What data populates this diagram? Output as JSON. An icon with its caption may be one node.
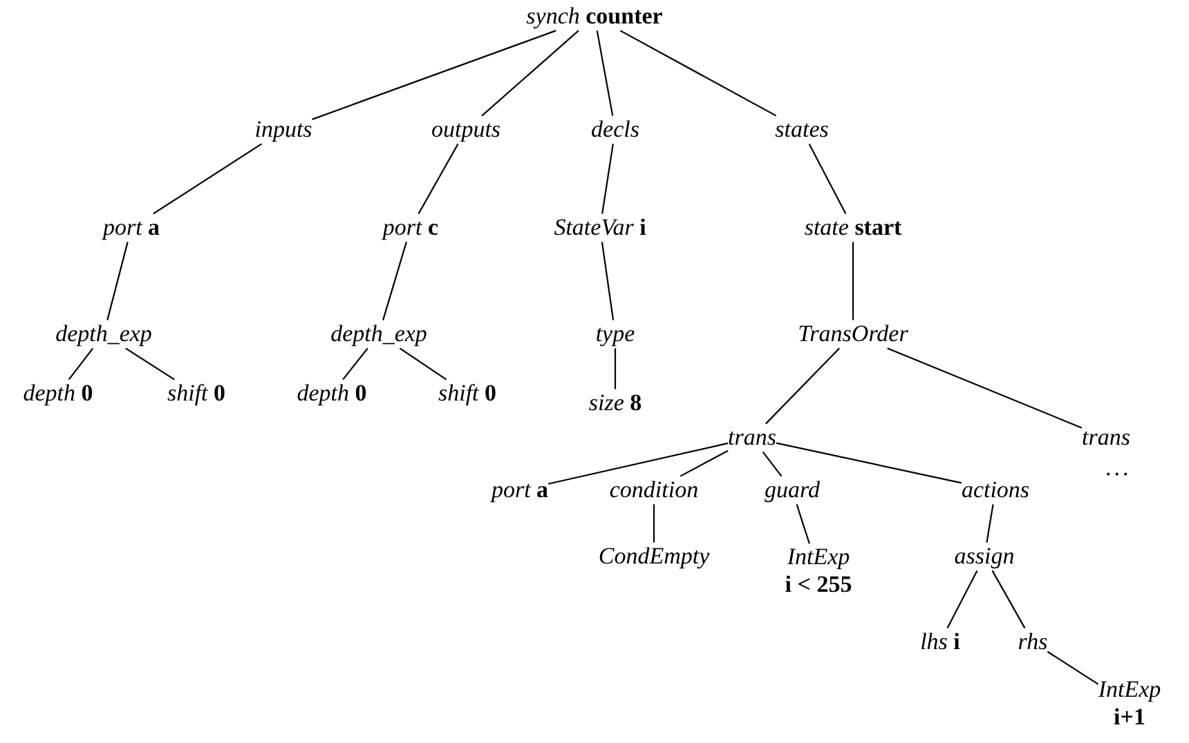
{
  "diagram": {
    "nodes": [
      {
        "text": [
          "synch **counter**"
        ]
      },
      {
        "text": [
          "inputs"
        ]
      },
      {
        "text": [
          "outputs"
        ]
      },
      {
        "text": [
          "decls"
        ]
      },
      {
        "text": [
          "states"
        ]
      },
      {
        "text": [
          "port **a**"
        ]
      },
      {
        "text": [
          "port **c**"
        ]
      },
      {
        "text": [
          "StateVar **i**"
        ]
      },
      {
        "text": [
          "state **start**"
        ]
      },
      {
        "text": [
          "depth_exp"
        ]
      },
      {
        "text": [
          "depth_exp"
        ]
      },
      {
        "text": [
          "type"
        ]
      },
      {
        "text": [
          "TransOrder"
        ]
      },
      {
        "text": [
          "depth **0**"
        ]
      },
      {
        "text": [
          "shift **0**"
        ]
      },
      {
        "text": [
          "depth **0**"
        ]
      },
      {
        "text": [
          "shift **0**"
        ]
      },
      {
        "text": [
          "size **8**"
        ]
      },
      {
        "text": [
          "trans"
        ]
      },
      {
        "text": [
          "trans"
        ],
        "beside": [
          "..."
        ]
      },
      {
        "text": [
          "port **a**"
        ]
      },
      {
        "text": [
          "condition"
        ]
      },
      {
        "text": [
          "guard"
        ]
      },
      {
        "text": [
          "actions"
        ]
      },
      {
        "text": [
          "CondEmpty"
        ]
      },
      {
        "text": [
          "IntExp",
          "i < 255"
        ]
      },
      {
        "text": [
          "assign"
        ]
      },
      {
        "text": [
          "lhs **i**"
        ]
      },
      {
        "text": [
          "rhs"
        ]
      },
      {
        "text": [
          "IntExp",
          "i+1"
        ]
      }
    ],
    "edges": [
      {
        "from": 0,
        "to": 1,
        "arrow": "none"
      },
      {
        "from": 0,
        "to": 2,
        "arrow": "none"
      },
      {
        "from": 0,
        "to": 3,
        "arrow": "none"
      },
      {
        "from": 0,
        "to": 4,
        "arrow": "none"
      },
      {
        "from": 1,
        "to": 5,
        "arrow": "none"
      },
      {
        "from": 2,
        "to": 6,
        "arrow": "none"
      },
      {
        "from": 3,
        "to": 7,
        "arrow": "none"
      },
      {
        "from": 4,
        "to": 8,
        "arrow": "none"
      },
      {
        "from": 5,
        "to": 9,
        "arrow": "none"
      },
      {
        "from": 6,
        "to": 10,
        "arrow": "none"
      },
      {
        "from": 7,
        "to": 11,
        "arrow": "none"
      },
      {
        "from": 8,
        "to": 12,
        "arrow": "none"
      },
      {
        "from": 9,
        "to": 13,
        "arrow": "none"
      },
      {
        "from": 9,
        "to": 14,
        "arrow": "none"
      },
      {
        "from": 10,
        "to": 15,
        "arrow": "none"
      },
      {
        "from": 10,
        "to": 16,
        "arrow": "none"
      },
      {
        "from": 11,
        "to": 17,
        "arrow": "none"
      },
      {
        "from": 12,
        "to": 18,
        "arrow": "none"
      },
      {
        "from": 12,
        "to": 19,
        "arrow": "none"
      },
      {
        "from": 18,
        "to": 20,
        "arrow": "none"
      },
      {
        "from": 18,
        "to": 21,
        "arrow": "none"
      },
      {
        "from": 18,
        "to": 22,
        "arrow": "none"
      },
      {
        "from": 18,
        "to": 23,
        "arrow": "none"
      },
      {
        "from": 21,
        "to": 24,
        "arrow": "none"
      },
      {
        "from": 22,
        "to": 25,
        "arrow": "none"
      },
      {
        "from": 23,
        "to": 26,
        "arrow": "none"
      },
      {
        "from": 26,
        "to": 27,
        "arrow": "none"
      },
      {
        "from": 26,
        "to": 28,
        "arrow": "none"
      },
      {
        "from": 28,
        "to": 29,
        "arrow": "none"
      }
    ]
  }
}
